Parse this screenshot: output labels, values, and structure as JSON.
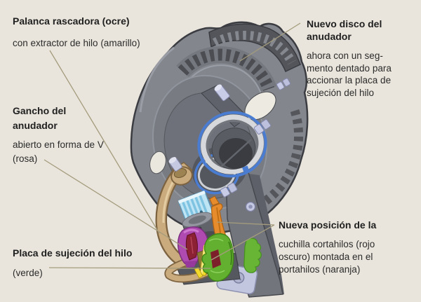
{
  "labels": {
    "palanca": {
      "title": [
        "Palanca rascadora (ocre)"
      ],
      "body": [
        "con extractor de hilo (amarillo)"
      ]
    },
    "disco": {
      "title": [
        "Nuevo disco del",
        "anudador"
      ],
      "body": [
        "ahora con un seg-",
        "mento dentado para",
        "accionar la placa de",
        "sujeción del hilo"
      ]
    },
    "gancho": {
      "title": [
        "Gancho del",
        "anudador"
      ],
      "body": [
        "abierto en forma de V",
        "(rosa)"
      ]
    },
    "placa": {
      "title": [
        "Placa de sujeción del hilo"
      ],
      "body": [
        "(verde)"
      ]
    },
    "nueva_posicion": {
      "title": [
        "Nueva posición de la"
      ],
      "body": [
        "cuchilla cortahilos (rojo",
        "oscuro) montada en el",
        "portahilos (naranja)"
      ]
    }
  },
  "colors": {
    "fondo": "#e9e5dc",
    "linea_guia": "#a49c7d",
    "texto": "#262626",
    "disco_gris": "#83868d",
    "ocre": "#c9ab7e",
    "amarillo": "#f3da2c",
    "rosa": "#ae4ab0",
    "rojo_oscuro": "#8d2134",
    "naranja": "#e68c2c",
    "verde": "#63b030",
    "azul_rodamiento": "#4a7dd2",
    "celeste": "#bfe5f4",
    "lavanda": "#c2c6de"
  }
}
